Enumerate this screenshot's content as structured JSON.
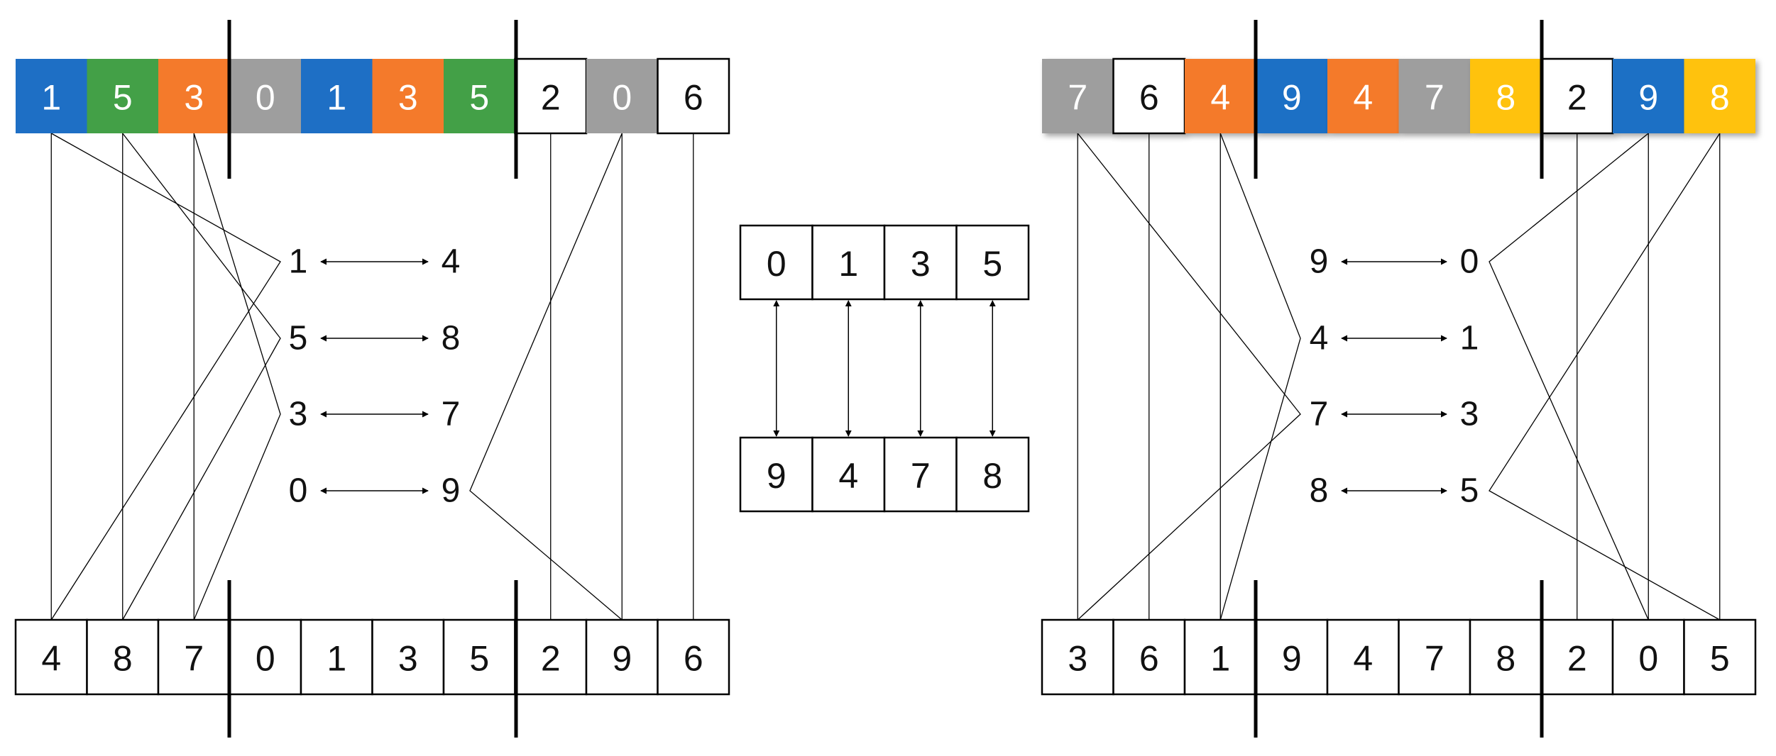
{
  "left_panel": {
    "parent": [
      {
        "text": "1",
        "color": "#1E6FC5"
      },
      {
        "text": "5",
        "color": "#43A047"
      },
      {
        "text": "3",
        "color": "#F47A2B"
      },
      {
        "text": "0",
        "color": "#9E9E9E"
      },
      {
        "text": "1",
        "color": "#1E6FC5"
      },
      {
        "text": "3",
        "color": "#F47A2B"
      },
      {
        "text": "5",
        "color": "#43A047"
      },
      {
        "text": "2",
        "color": "#FFFFFF"
      },
      {
        "text": "0",
        "color": "#9E9E9E"
      },
      {
        "text": "6",
        "color": "#FFFFFF"
      }
    ],
    "child": [
      "4",
      "8",
      "7",
      "0",
      "1",
      "3",
      "5",
      "2",
      "9",
      "6"
    ],
    "mappings": [
      {
        "from": "1",
        "to": "4"
      },
      {
        "from": "5",
        "to": "8"
      },
      {
        "from": "3",
        "to": "7"
      },
      {
        "from": "0",
        "to": "9"
      }
    ]
  },
  "center_panel": {
    "top": [
      "0",
      "1",
      "3",
      "5"
    ],
    "bottom": [
      "9",
      "4",
      "7",
      "8"
    ]
  },
  "right_panel": {
    "parent": [
      {
        "text": "7",
        "color": "#9E9E9E"
      },
      {
        "text": "6",
        "color": "#FFFFFF"
      },
      {
        "text": "4",
        "color": "#F47A2B"
      },
      {
        "text": "9",
        "color": "#1E6FC5"
      },
      {
        "text": "4",
        "color": "#F47A2B"
      },
      {
        "text": "7",
        "color": "#9E9E9E"
      },
      {
        "text": "8",
        "color": "#FFC20E"
      },
      {
        "text": "2",
        "color": "#FFFFFF"
      },
      {
        "text": "9",
        "color": "#1E6FC5"
      },
      {
        "text": "8",
        "color": "#FFC20E"
      }
    ],
    "child": [
      "3",
      "6",
      "1",
      "9",
      "4",
      "7",
      "8",
      "2",
      "0",
      "5"
    ],
    "mappings": [
      {
        "from": "9",
        "to": "0"
      },
      {
        "from": "4",
        "to": "1"
      },
      {
        "from": "7",
        "to": "3"
      },
      {
        "from": "8",
        "to": "5"
      }
    ]
  }
}
